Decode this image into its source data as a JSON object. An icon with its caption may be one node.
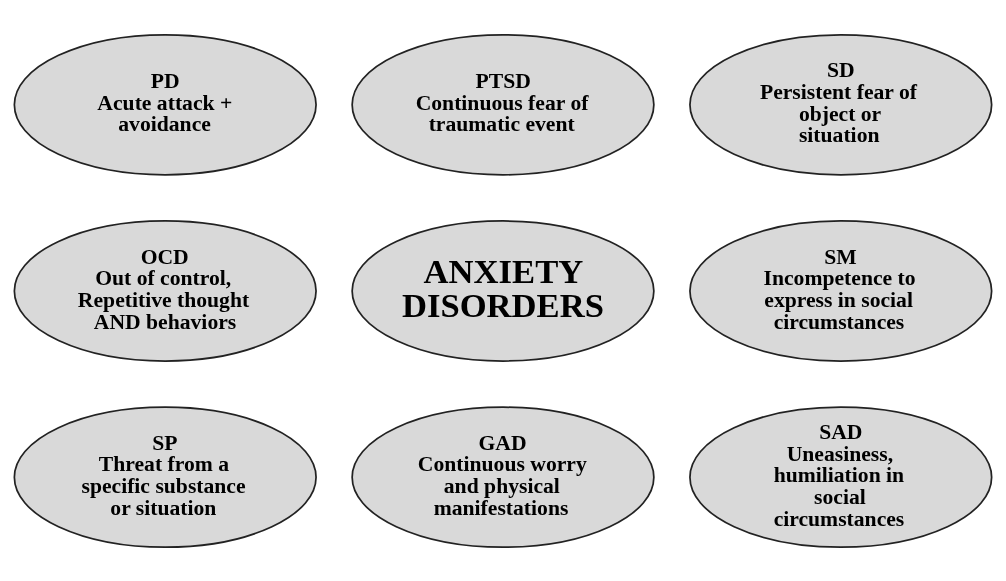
{
  "diagram": {
    "nodes": [
      {
        "text": [
          "PD",
          "Acute attack + avoidance"
        ]
      },
      {
        "text": [
          "PTSD",
          "Continuous fear of traumatic event"
        ]
      },
      {
        "text": [
          "SD",
          "Persistent fear of object or situation"
        ]
      },
      {
        "text": [
          "OCD",
          "Out of control, Repetitive thought AND behaviors"
        ]
      },
      {
        "text": [
          "ANXIETY DISORDERS"
        ]
      },
      {
        "text": [
          "SM",
          "Incompetence to express in social circumstances"
        ]
      },
      {
        "text": [
          "SP",
          "Threat from a specific substance or situation"
        ]
      },
      {
        "text": [
          "GAD",
          "Continuous worry and physical manifestations"
        ]
      },
      {
        "text": [
          "SAD",
          "Uneasiness, humiliation in social circumstances"
        ]
      }
    ],
    "edges": []
  }
}
